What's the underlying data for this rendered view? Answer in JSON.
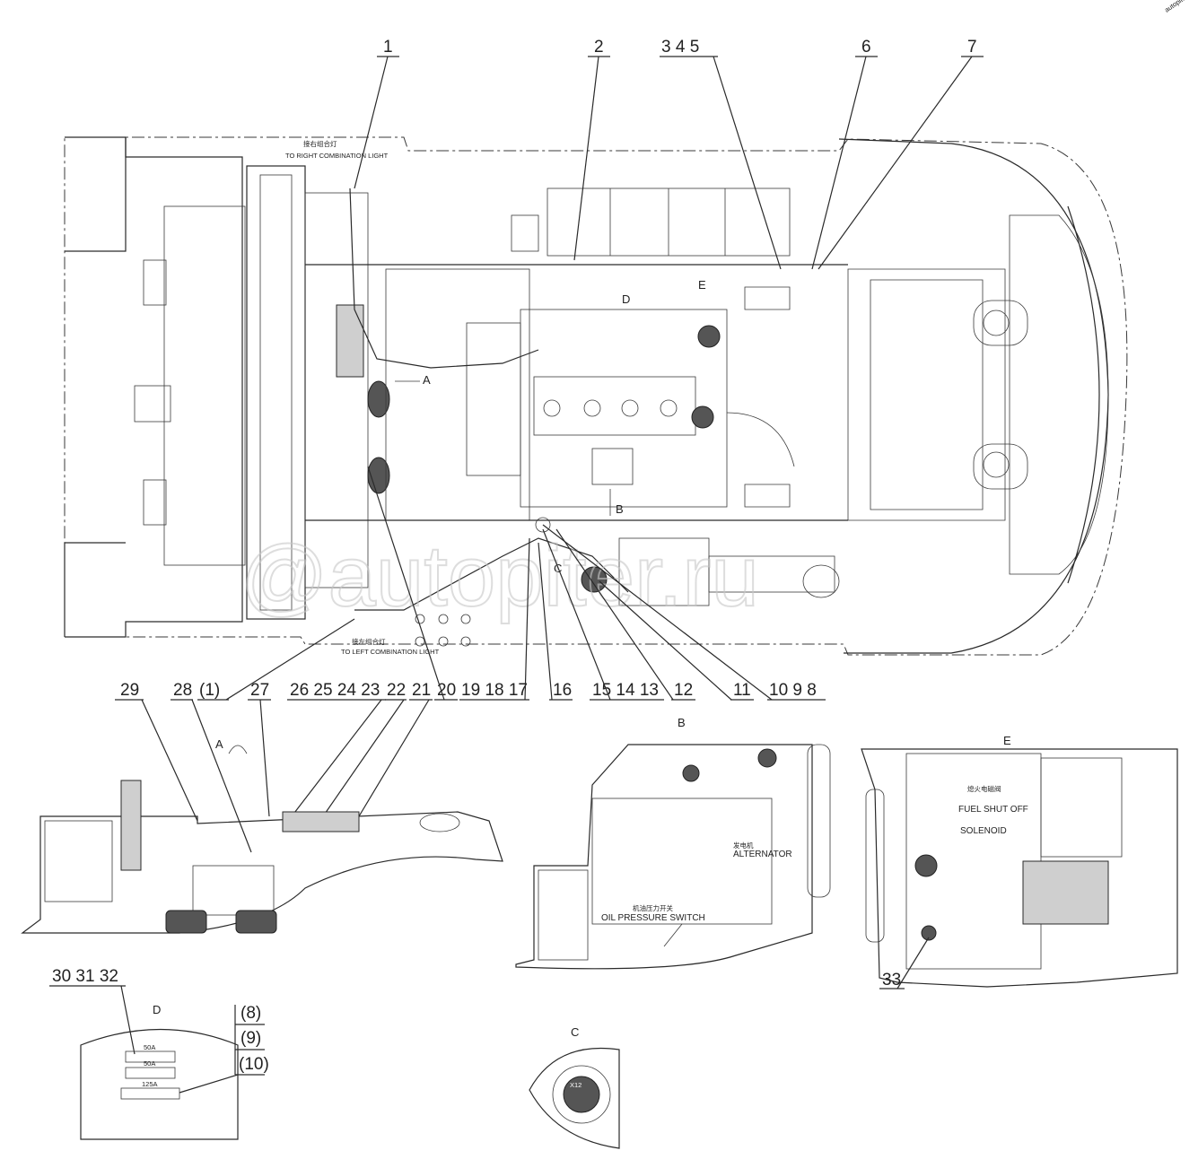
{
  "watermark": "@autopiter.ru",
  "corner_mark": "autopiter.ru",
  "callouts": {
    "c1": "1",
    "c2": "2",
    "c345": "3 4 5",
    "c6": "6",
    "c7": "7",
    "c29": "29",
    "c28": "28",
    "c1b": "(1)",
    "c27": "27",
    "c26_23": "26 25 24 23",
    "c22": "22",
    "c21": "21",
    "c20": "20",
    "c19_17": "19 18 17",
    "c16": "16",
    "c15_13": "15 14 13",
    "c12": "12",
    "c11": "11",
    "c10_8": "10 9 8",
    "c30_32": "30 31 32",
    "c33": "33",
    "p8": "(8)",
    "p9": "(9)",
    "p10": "(10)"
  },
  "labels": {
    "right_light_cn": "接右组合灯",
    "right_light_en": "TO RIGHT COMBINATION LIGHT",
    "left_light_cn": "接左组合灯",
    "left_light_en": "TO LEFT COMBINATION LIGHT",
    "alternator_cn": "发电机",
    "alternator_en": "ALTERNATOR",
    "oil_switch_cn": "机油压力开关",
    "oil_switch_en": "OIL PRESSURE SWITCH",
    "fuel_cn": "熄火电磁阀",
    "fuel_en1": "FUEL SHUT OFF",
    "fuel_en2": "SOLENOID",
    "x12": "X12"
  },
  "markers": {
    "A": "A",
    "B": "B",
    "C": "C",
    "D": "D",
    "E": "E",
    "view_A": "A",
    "view_B": "B",
    "view_C": "C",
    "view_D": "D",
    "view_E": "E"
  },
  "fuses": {
    "f1": "50A",
    "f2": "50A",
    "f3": "125A"
  }
}
